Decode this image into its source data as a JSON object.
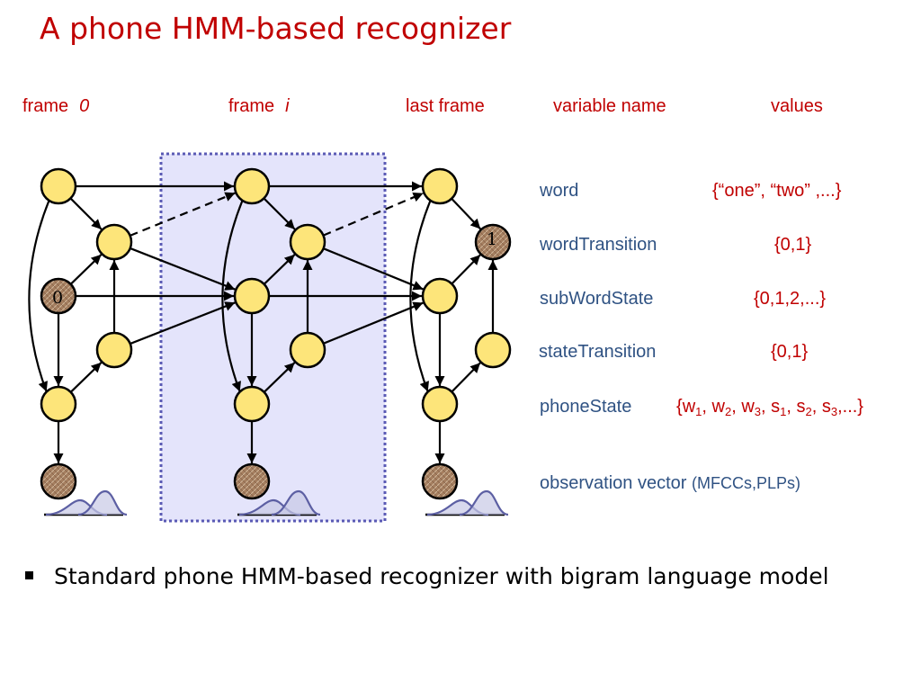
{
  "slide": {
    "title": "A phone HMM-based recognizer",
    "bullet": "Standard phone HMM-based recognizer with bigram language model"
  },
  "headers": {
    "frame0_label": "frame",
    "frame0_index": "0",
    "framei_label": "frame",
    "framei_index": "i",
    "last_frame": "last frame",
    "variable_name": "variable name",
    "values": "values"
  },
  "variables": {
    "word": {
      "name": "word",
      "value": "{“one”, “two” ,...}"
    },
    "word_transition": {
      "name": "wordTransition",
      "value": "{0,1}"
    },
    "subword_state": {
      "name": "subWordState",
      "value": "{0,1,2,...}"
    },
    "state_transition": {
      "name": "stateTransition",
      "value": "{0,1}"
    },
    "phone_state": {
      "name": "phoneState",
      "value_open": "{",
      "w": "w",
      "s": "s",
      "sub1": "1",
      "sub2": "2",
      "sub3": "3",
      "sep": ", ",
      "value_close": ",...}"
    },
    "observation": {
      "name": "observation vector",
      "detail": "(MFCCs,PLPs)"
    }
  },
  "node_labels": {
    "subword_initial": "0",
    "word_transition_final": "1"
  },
  "colors": {
    "title": "#c00000",
    "variable_name": "#2f5283",
    "value": "#c00000",
    "node_fill": "#fde57a",
    "observed_fill": "#a57f60",
    "frame_highlight": "#e4e4fb",
    "frame_border": "#5a5ab4"
  }
}
